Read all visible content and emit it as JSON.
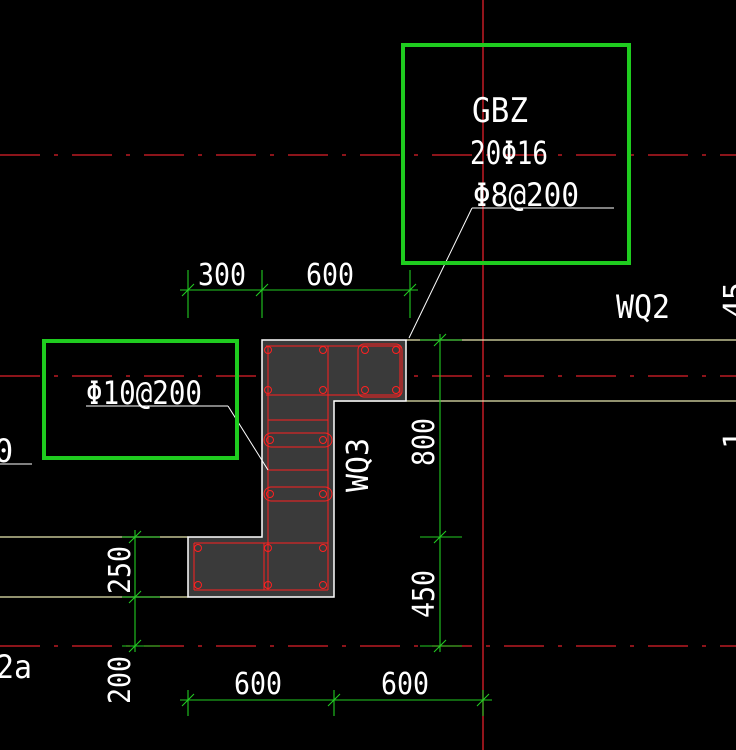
{
  "colors": {
    "background": "#000000",
    "axis_line": "#e0202a",
    "dimension_line": "#22cc22",
    "tag_box": "#1fcc1f",
    "wall_outline": "#ffffff",
    "wall_fill": "#3a3a3a",
    "rebar": "#ff2020",
    "text": "#ffffff",
    "wall_line": "#e8e8b0"
  },
  "gbz_tag": {
    "name": "GBZ",
    "main_rebar": "20Φ16",
    "stirrup": "Φ8@200"
  },
  "stirrup_tag": {
    "spec": "Φ10@200"
  },
  "walls": {
    "wq2": "WQ2",
    "wq3": "WQ3",
    "left_edge_text_1": "0",
    "left_edge_text_2": "2a",
    "right_edge_text_1": "45",
    "right_edge_text_2": "1"
  },
  "dimensions": {
    "top_left": "300",
    "top_right": "600",
    "right_upper": "800",
    "right_lower": "450",
    "left_upper": "250",
    "left_lower": "200",
    "bottom_left": "600",
    "bottom_right": "600"
  }
}
